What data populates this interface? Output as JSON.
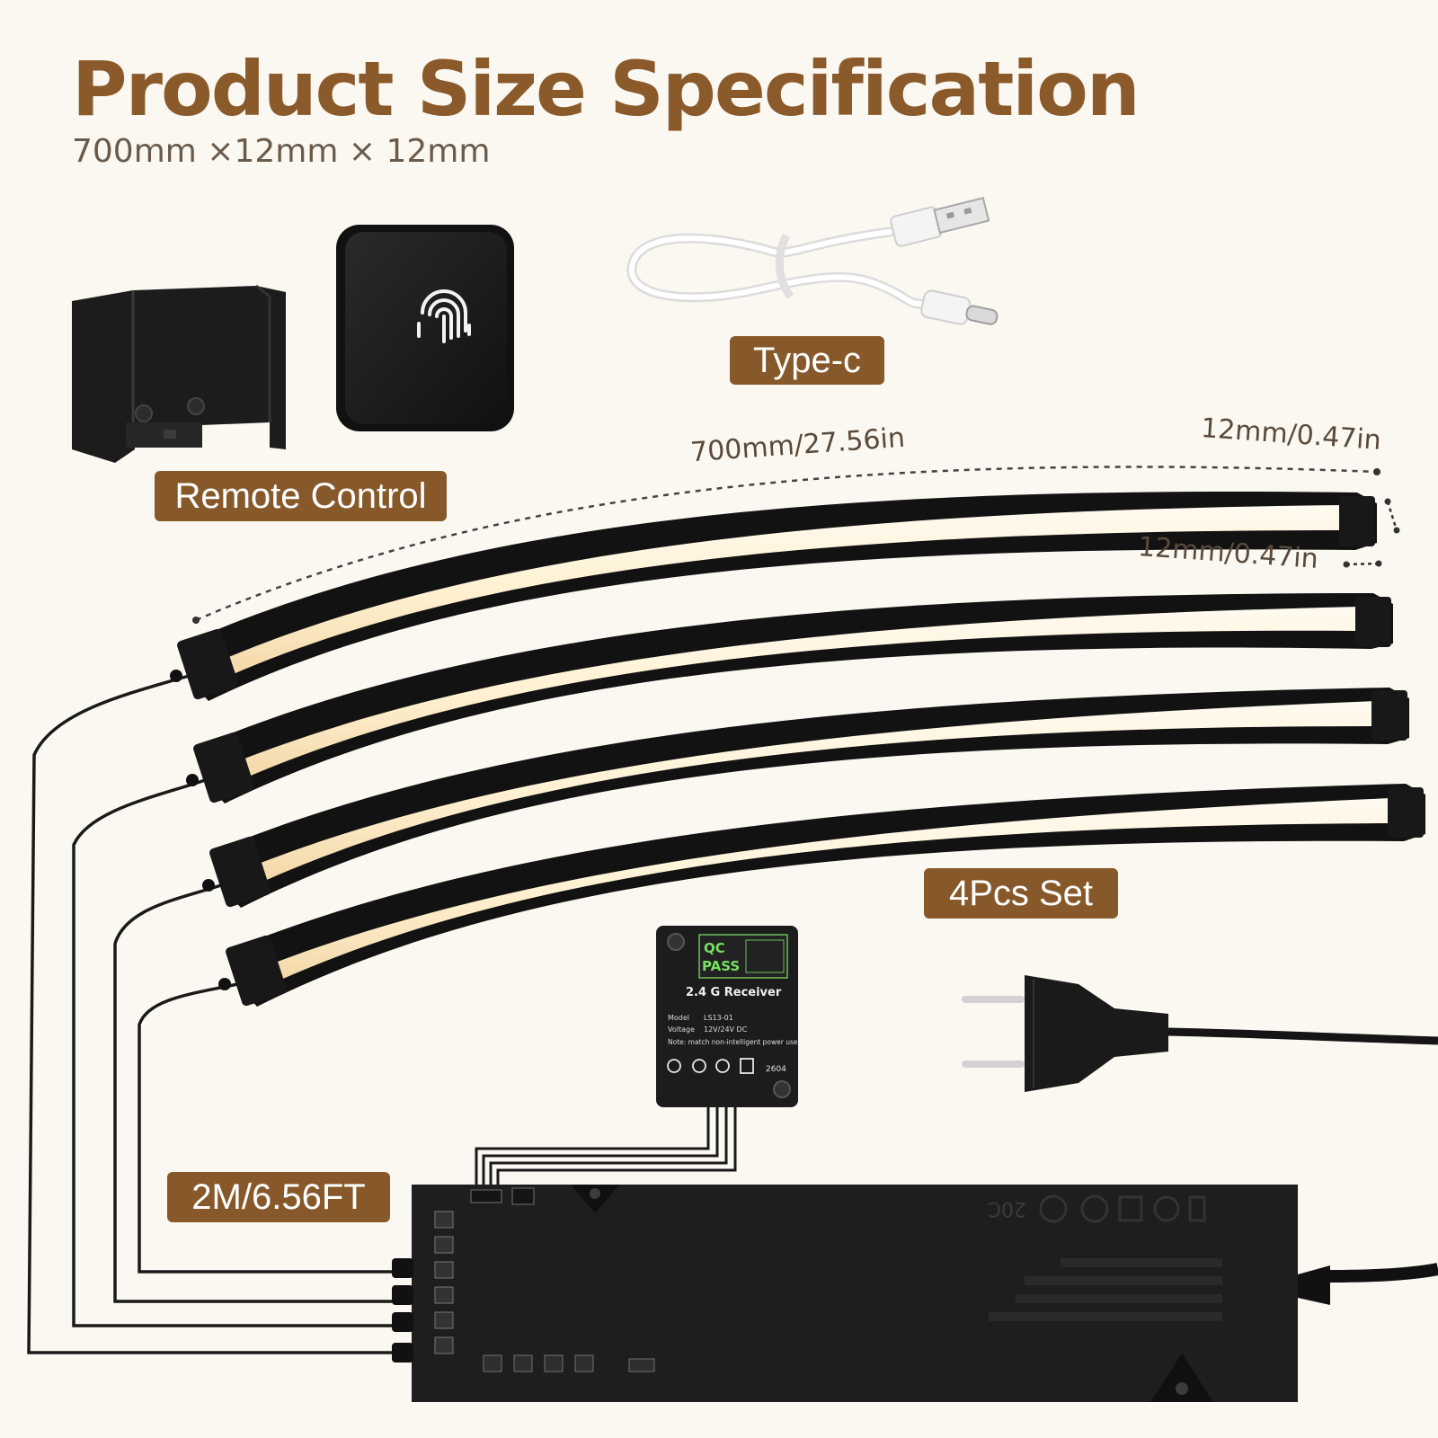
{
  "header": {
    "title": "Product Size Specification",
    "subtitle": "700mm ×12mm × 12mm"
  },
  "labels": {
    "remote_control": "Remote Control",
    "type_c": "Type-c",
    "set": "4Pcs Set",
    "cable_length": "2M/6.56FT"
  },
  "dimensions": {
    "length": "700mm/27.56in",
    "height": "12mm/0.47in",
    "width": "12mm/0.47in"
  },
  "receiver": {
    "qc": "QC",
    "pass": "PASS",
    "name": "2.4 G  Receiver",
    "model_label": "Model",
    "model_value": "LS13-01",
    "voltage_label": "Voltage",
    "voltage_value": "12V/24V DC",
    "note": "Note: match non-intelligent power use",
    "code": "2604"
  },
  "power_supply": {
    "mark": "20C"
  },
  "colors": {
    "background": "#fbf8f1",
    "accent": "#87592a",
    "title": "#8a5a2b",
    "device": "#1c1c1c",
    "led_glow": "#fff3d8"
  },
  "icons": {
    "sensor": "fingerprint-icon",
    "plug": "eu-plug-icon"
  }
}
